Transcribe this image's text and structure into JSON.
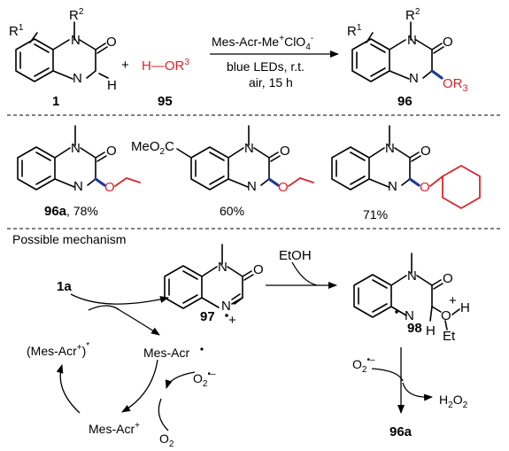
{
  "colors": {
    "accent_red": "#d8262f",
    "accent_blue": "#1f3a93"
  },
  "reaction": {
    "reactant1_label": "1",
    "reactant2_label": "95",
    "product_label": "96",
    "plus": "+",
    "conditions": [
      "Mes-Acr-Me",
      "+",
      "ClO",
      "4",
      "-",
      "blue LEDs, r.t.",
      "air, 15 h"
    ],
    "atoms": {
      "N": "N",
      "O": "O",
      "H": "H",
      "R": "R",
      "sup1": "1",
      "sup2": "2",
      "sup3": "3",
      "OR": "OR",
      "OR_sub": "3",
      "HOR": "H—OR"
    }
  },
  "examples": [
    {
      "label": "96a",
      "yield": ", 78%"
    },
    {
      "label": "",
      "yield": "60%",
      "substituent": "MeO",
      "substituent_sub": "2",
      "substituent_tail": "C"
    },
    {
      "label": "",
      "yield": "71%"
    }
  ],
  "mechanism": {
    "title": "Possible mechanism",
    "start": "1a",
    "radical_cation_label": "97",
    "radical_cation_charge": "+",
    "etoh": "EtOH",
    "adduct_label": "98",
    "adduct_H": "H",
    "adduct_Et": "Et",
    "adduct_plus": "+",
    "cat_excited": "(Mes-Acr",
    "cat_excited_sup": "+",
    "cat_excited_tail": ")",
    "cat_excited_star": "*",
    "cat_radical": "Mes-Acr",
    "cat_ground": "Mes-Acr",
    "cat_ground_sup": "+",
    "o2": "O",
    "o2_sub": "2",
    "superoxide_charge": "•–",
    "h2o2": "H",
    "h2o2_sub": "2",
    "h2o2_tail": "O",
    "h2o2_sub2": "2",
    "final_product": "96a"
  }
}
